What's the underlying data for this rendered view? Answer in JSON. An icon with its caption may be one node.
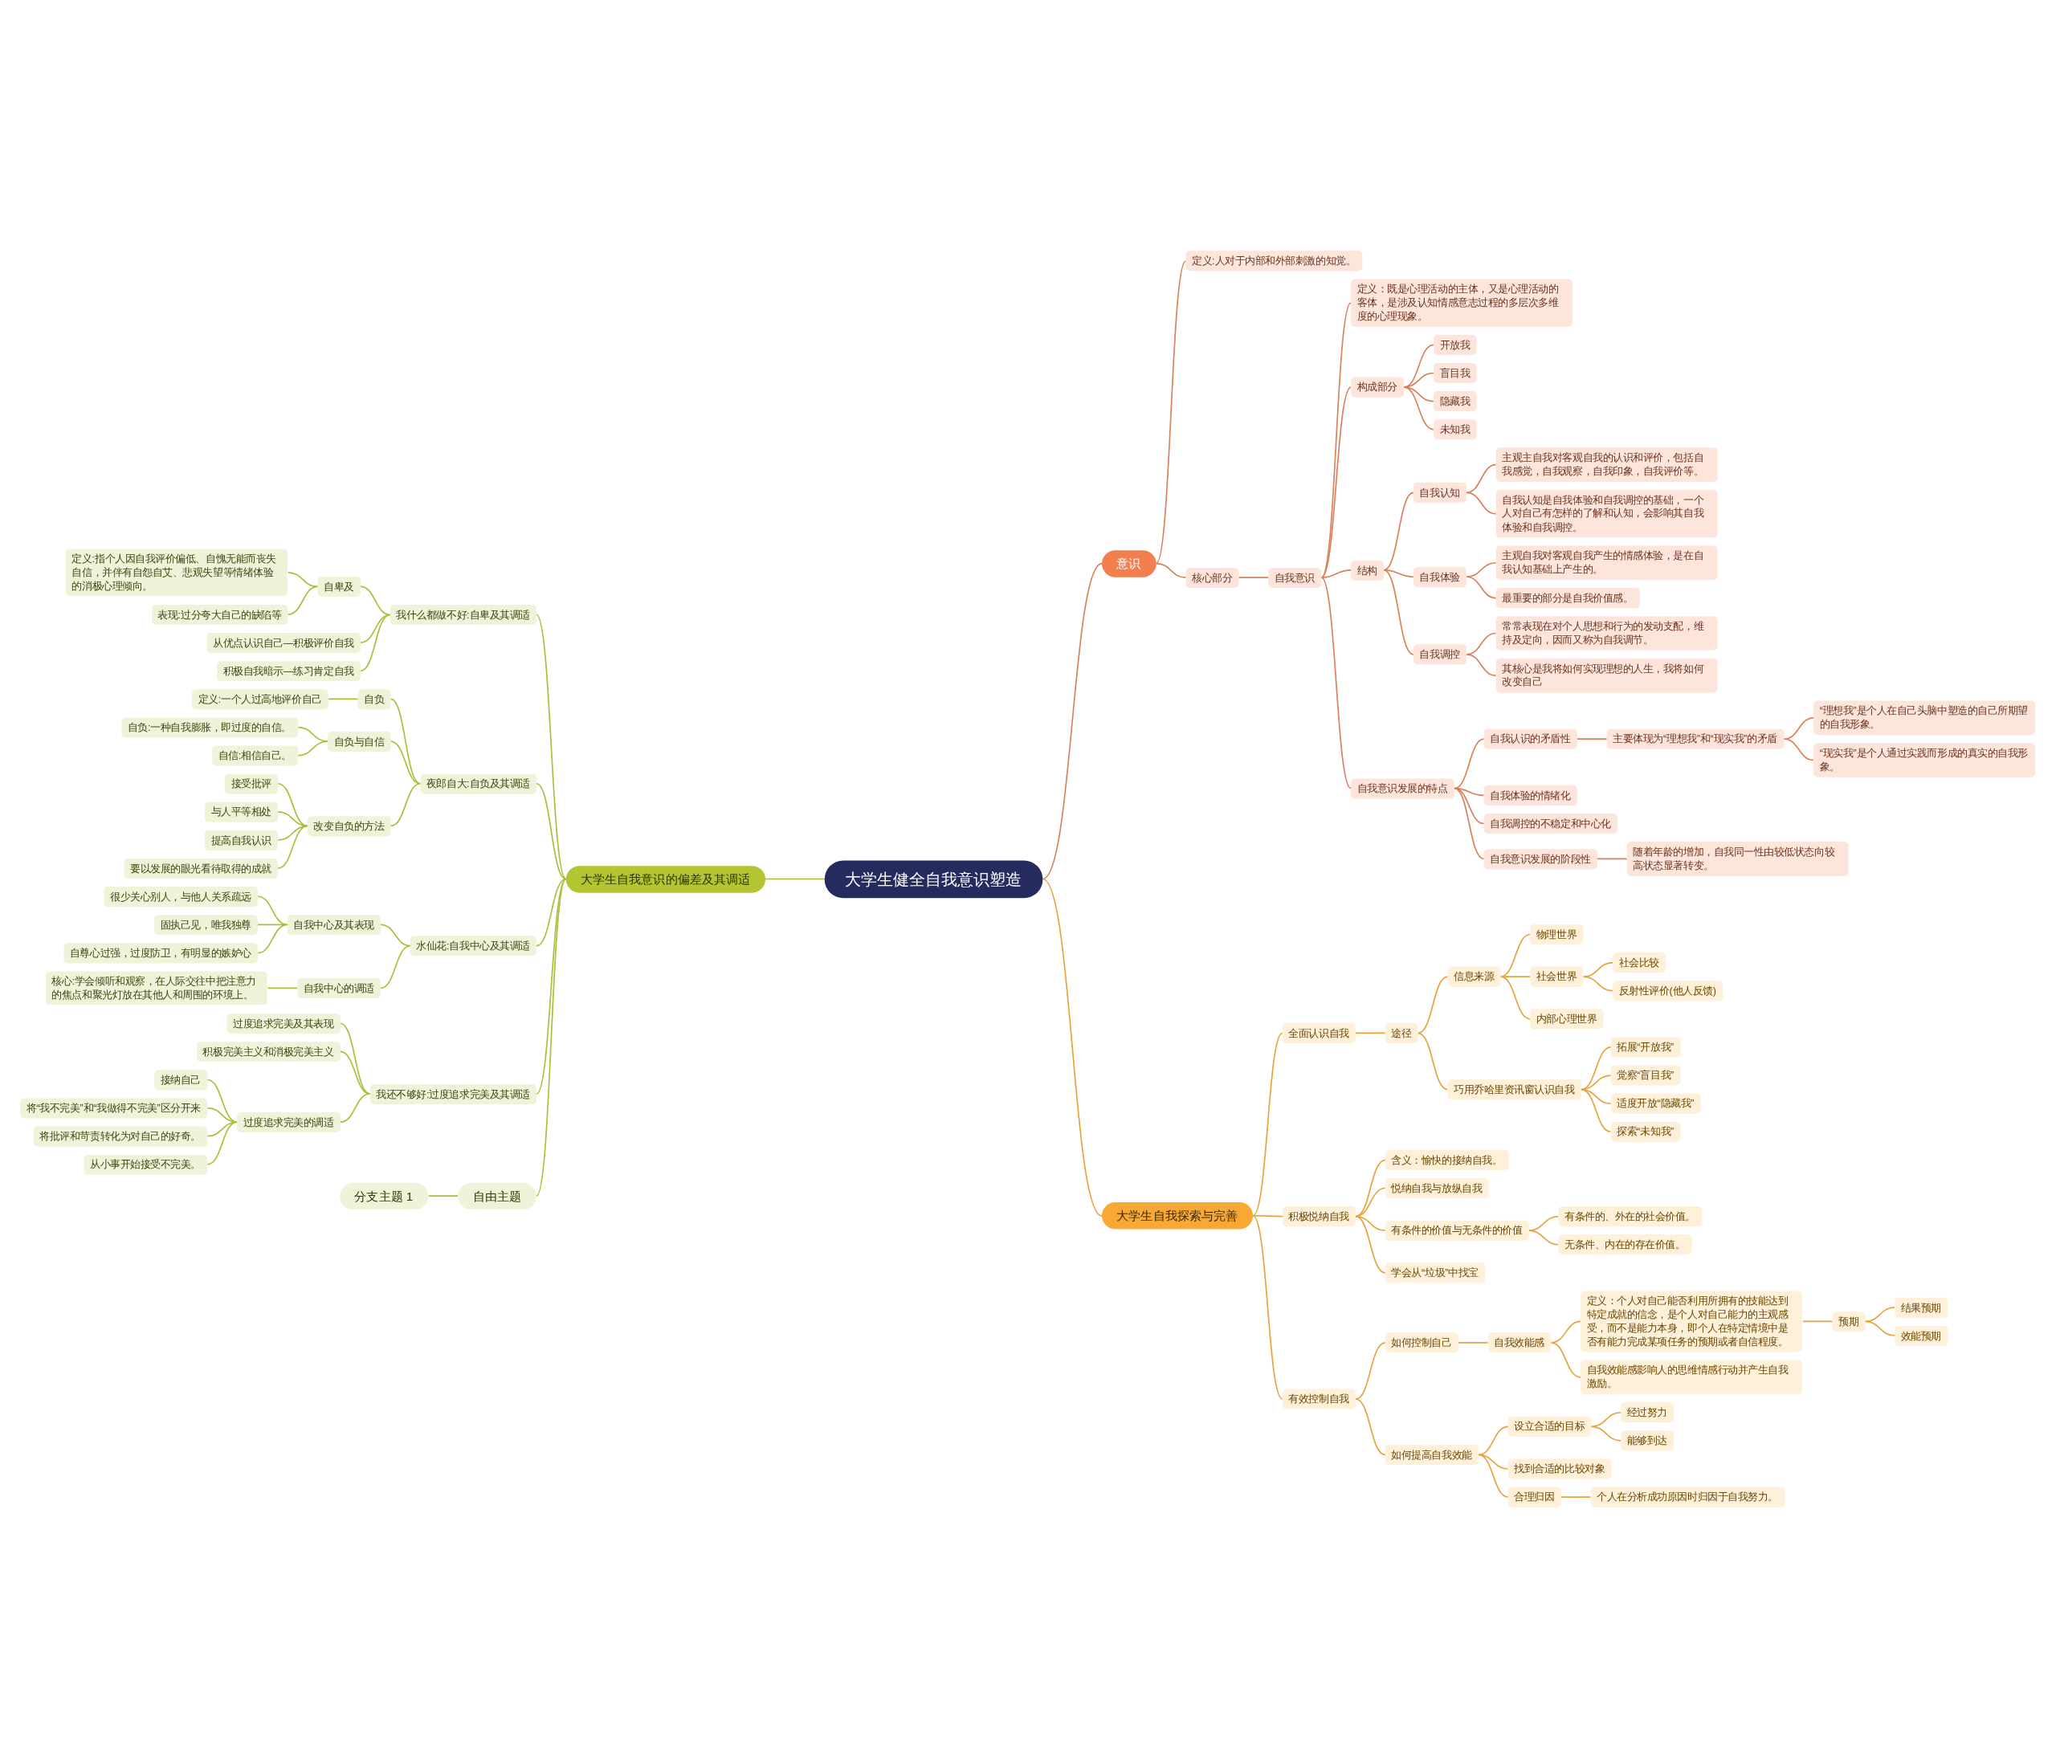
{
  "diagram": {
    "nodes": [
      {
        "text": [
          "大学生健全自我意识塑造"
        ]
      },
      {
        "text": [
          "意识"
        ]
      },
      {
        "text": [
          "定义:人对于内部和外部刺激的知觉。"
        ]
      },
      {
        "text": [
          "核心部分"
        ]
      },
      {
        "text": [
          "自我意识"
        ]
      },
      {
        "text": [
          "定义：既是心理活动的主体，又是心理活动的客体，是涉及认知情感意志过程的多层次多维度的心理现象。"
        ]
      },
      {
        "text": [
          "构成部分"
        ]
      },
      {
        "text": [
          "开放我"
        ]
      },
      {
        "text": [
          "盲目我"
        ]
      },
      {
        "text": [
          "隐藏我"
        ]
      },
      {
        "text": [
          "未知我"
        ]
      },
      {
        "text": [
          "结构"
        ]
      },
      {
        "text": [
          "自我认知"
        ]
      },
      {
        "text": [
          "主观主自我对客观自我的认识和评价，包括自我感觉，自我观察，自我印象，自我评价等。"
        ]
      },
      {
        "text": [
          "自我认知是自我体验和自我调控的基础，一个人对自己有怎样的了解和认知，会影响其自我体验和自我调控。"
        ]
      },
      {
        "text": [
          "自我体验"
        ]
      },
      {
        "text": [
          "主观自我对客观自我产生的情感体验，是在自我认知基础上产生的。"
        ]
      },
      {
        "text": [
          "最重要的部分是自我价值感。"
        ]
      },
      {
        "text": [
          "自我调控"
        ]
      },
      {
        "text": [
          "常常表现在对个人思想和行为的发动支配，维持及定向，因而又称为自我调节。"
        ]
      },
      {
        "text": [
          "其核心是我将如何实现理想的人生，我将如何改变自己"
        ]
      },
      {
        "text": [
          "自我意识发展的特点"
        ]
      },
      {
        "text": [
          "自我认识的矛盾性"
        ]
      },
      {
        "text": [
          "主要体现为“理想我”和“现实我”的矛盾"
        ]
      },
      {
        "text": [
          "“理想我”是个人在自己头脑中塑造的自己所期望的自我形象。"
        ]
      },
      {
        "text": [
          "“现实我”是个人通过实践而形成的真实的自我形象。"
        ]
      },
      {
        "text": [
          "自我体验的情绪化"
        ]
      },
      {
        "text": [
          "自我调控的不稳定和中心化"
        ]
      },
      {
        "text": [
          "自我意识发展的阶段性"
        ]
      },
      {
        "text": [
          "随着年龄的增加，自我同一性由较低状态向较高状态显著转变。"
        ]
      },
      {
        "text": [
          "大学生自我探索与完善"
        ]
      },
      {
        "text": [
          "全面认识自我"
        ]
      },
      {
        "text": [
          "途径"
        ]
      },
      {
        "text": [
          "信息来源"
        ]
      },
      {
        "text": [
          "物理世界"
        ]
      },
      {
        "text": [
          "社会世界"
        ]
      },
      {
        "text": [
          "社会比较"
        ]
      },
      {
        "text": [
          "反射性评价(他人反馈)"
        ]
      },
      {
        "text": [
          "内部心理世界"
        ]
      },
      {
        "text": [
          "巧用乔哈里资讯窗认识自我"
        ]
      },
      {
        "text": [
          "拓展“开放我”"
        ]
      },
      {
        "text": [
          "觉察“盲目我”"
        ]
      },
      {
        "text": [
          "适度开放“隐藏我”"
        ]
      },
      {
        "text": [
          "探索“未知我”"
        ]
      },
      {
        "text": [
          "积极悦纳自我"
        ]
      },
      {
        "text": [
          "含义：愉快的接纳自我。"
        ]
      },
      {
        "text": [
          "悦纳自我与放纵自我"
        ]
      },
      {
        "text": [
          "有条件的价值与无条件的价值"
        ]
      },
      {
        "text": [
          "有条件的、外在的社会价值。"
        ]
      },
      {
        "text": [
          "无条件、内在的存在价值。"
        ]
      },
      {
        "text": [
          "学会从“垃圾”中找宝"
        ]
      },
      {
        "text": [
          "有效控制自我"
        ]
      },
      {
        "text": [
          "如何控制自己"
        ]
      },
      {
        "text": [
          "自我效能感"
        ]
      },
      {
        "text": [
          "定义：个人对自己能否利用所拥有的技能达到特定成就的信念，是个人对自己能力的主观感受，而不是能力本身，即个人在特定情境中是否有能力完成某项任务的预期或者自信程度。"
        ]
      },
      {
        "text": [
          "预期"
        ]
      },
      {
        "text": [
          "结果预期"
        ]
      },
      {
        "text": [
          "效能预期"
        ]
      },
      {
        "text": [
          "自我效能感影响人的思维情感行动并产生自我激励。"
        ]
      },
      {
        "text": [
          "如何提高自我效能"
        ]
      },
      {
        "text": [
          "设立合适的目标"
        ]
      },
      {
        "text": [
          "经过努力"
        ]
      },
      {
        "text": [
          "能够到达"
        ]
      },
      {
        "text": [
          "找到合适的比较对象"
        ]
      },
      {
        "text": [
          "合理归因"
        ]
      },
      {
        "text": [
          "个人在分析成功原因时归因于自我努力。"
        ]
      },
      {
        "text": [
          "大学生自我意识的偏差及其调适"
        ]
      },
      {
        "text": [
          "我什么都做不好:自卑及其调适"
        ]
      },
      {
        "text": [
          "自卑及"
        ]
      },
      {
        "text": [
          "定义:指个人因自我评价偏低、自愧无能而丧失自信，并伴有自怨自艾、悲观失望等情绪体验的消极心理倾向。"
        ]
      },
      {
        "text": [
          "表现:过分夸大自己的缺陷等"
        ]
      },
      {
        "text": [
          "从优点认识自己—积极评价自我"
        ]
      },
      {
        "text": [
          "积极自我暗示—练习肯定自我"
        ]
      },
      {
        "text": [
          "夜郎自大:自负及其调适"
        ]
      },
      {
        "text": [
          "自负"
        ]
      },
      {
        "text": [
          "定义:一个人过高地评价自己"
        ]
      },
      {
        "text": [
          "自负与自信"
        ]
      },
      {
        "text": [
          "自负:一种自我膨胀，即过度的自信。"
        ]
      },
      {
        "text": [
          "自信:相信自己。"
        ]
      },
      {
        "text": [
          "改变自负的方法"
        ]
      },
      {
        "text": [
          "接受批评"
        ]
      },
      {
        "text": [
          "与人平等相处"
        ]
      },
      {
        "text": [
          "提高自我认识"
        ]
      },
      {
        "text": [
          "要以发展的眼光看待取得的成就"
        ]
      },
      {
        "text": [
          "水仙花:自我中心及其调适"
        ]
      },
      {
        "text": [
          "自我中心及其表现"
        ]
      },
      {
        "text": [
          "很少关心别人，与他人关系疏远"
        ]
      },
      {
        "text": [
          "固执己见，唯我独尊"
        ]
      },
      {
        "text": [
          "自尊心过强，过度防卫，有明显的嫉妒心"
        ]
      },
      {
        "text": [
          "自我中心的调适"
        ]
      },
      {
        "text": [
          "核心:学会倾听和观察，在人际交往中把注意力的焦点和聚光灯放在其他人和周围的环境上。"
        ]
      },
      {
        "text": [
          "我还不够好:过度追求完美及其调适"
        ]
      },
      {
        "text": [
          "过度追求完美及其表现"
        ]
      },
      {
        "text": [
          "积极完美主义和消极完美主义"
        ]
      },
      {
        "text": [
          "过度追求完美的调适"
        ]
      },
      {
        "text": [
          "接纳自己"
        ]
      },
      {
        "text": [
          "将“我不完美”和“我做得不完美”区分开来"
        ]
      },
      {
        "text": [
          "将批评和苛责转化为对自己的好奇。"
        ]
      },
      {
        "text": [
          "从小事开始接受不完美。"
        ]
      },
      {
        "text": [
          "自由主题"
        ]
      },
      {
        "text": [
          "分支主题 1"
        ]
      }
    ],
    "edges": [
      {
        "from": 0,
        "to": 1,
        "arrow": "none",
        "color": "#d9805a"
      },
      {
        "from": 1,
        "to": 2,
        "arrow": "none",
        "color": "#d9805a"
      },
      {
        "from": 1,
        "to": 3,
        "arrow": "none",
        "color": "#d9805a"
      },
      {
        "from": 3,
        "to": 4,
        "arrow": "none",
        "color": "#d9805a"
      },
      {
        "from": 4,
        "to": 5,
        "arrow": "none",
        "color": "#d9805a"
      },
      {
        "from": 4,
        "to": 6,
        "arrow": "none",
        "color": "#d9805a"
      },
      {
        "from": 6,
        "to": 7,
        "arrow": "none",
        "color": "#d9805a"
      },
      {
        "from": 6,
        "to": 8,
        "arrow": "none",
        "color": "#d9805a"
      },
      {
        "from": 6,
        "to": 9,
        "arrow": "none",
        "color": "#d9805a"
      },
      {
        "from": 6,
        "to": 10,
        "arrow": "none",
        "color": "#d9805a"
      },
      {
        "from": 4,
        "to": 11,
        "arrow": "none",
        "color": "#d9805a"
      },
      {
        "from": 11,
        "to": 12,
        "arrow": "none",
        "color": "#d9805a"
      },
      {
        "from": 12,
        "to": 13,
        "arrow": "none",
        "color": "#d9805a"
      },
      {
        "from": 12,
        "to": 14,
        "arrow": "none",
        "color": "#d9805a"
      },
      {
        "from": 11,
        "to": 15,
        "arrow": "none",
        "color": "#d9805a"
      },
      {
        "from": 15,
        "to": 16,
        "arrow": "none",
        "color": "#d9805a"
      },
      {
        "from": 15,
        "to": 17,
        "arrow": "none",
        "color": "#d9805a"
      },
      {
        "from": 11,
        "to": 18,
        "arrow": "none",
        "color": "#d9805a"
      },
      {
        "from": 18,
        "to": 19,
        "arrow": "none",
        "color": "#d9805a"
      },
      {
        "from": 18,
        "to": 20,
        "arrow": "none",
        "color": "#d9805a"
      },
      {
        "from": 4,
        "to": 21,
        "arrow": "none",
        "color": "#d9805a"
      },
      {
        "from": 21,
        "to": 22,
        "arrow": "none",
        "color": "#d9805a"
      },
      {
        "from": 22,
        "to": 23,
        "arrow": "none",
        "color": "#d9805a"
      },
      {
        "from": 23,
        "to": 24,
        "arrow": "none",
        "color": "#d9805a"
      },
      {
        "from": 23,
        "to": 25,
        "arrow": "none",
        "color": "#d9805a"
      },
      {
        "from": 21,
        "to": 26,
        "arrow": "none",
        "color": "#d9805a"
      },
      {
        "from": 21,
        "to": 27,
        "arrow": "none",
        "color": "#d9805a"
      },
      {
        "from": 21,
        "to": 28,
        "arrow": "none",
        "color": "#d9805a"
      },
      {
        "from": 28,
        "to": 29,
        "arrow": "none",
        "color": "#d9805a"
      },
      {
        "from": 0,
        "to": 30,
        "arrow": "none",
        "color": "#e9a23b"
      },
      {
        "from": 30,
        "to": 31,
        "arrow": "none",
        "color": "#e9a23b"
      },
      {
        "from": 31,
        "to": 32,
        "arrow": "none",
        "color": "#e9a23b"
      },
      {
        "from": 32,
        "to": 33,
        "arrow": "none",
        "color": "#e9a23b"
      },
      {
        "from": 33,
        "to": 34,
        "arrow": "none",
        "color": "#e9a23b"
      },
      {
        "from": 33,
        "to": 35,
        "arrow": "none",
        "color": "#e9a23b"
      },
      {
        "from": 35,
        "to": 36,
        "arrow": "none",
        "color": "#e9a23b"
      },
      {
        "from": 35,
        "to": 37,
        "arrow": "none",
        "color": "#e9a23b"
      },
      {
        "from": 33,
        "to": 38,
        "arrow": "none",
        "color": "#e9a23b"
      },
      {
        "from": 32,
        "to": 39,
        "arrow": "none",
        "color": "#e9a23b"
      },
      {
        "from": 39,
        "to": 40,
        "arrow": "none",
        "color": "#e9a23b"
      },
      {
        "from": 39,
        "to": 41,
        "arrow": "none",
        "color": "#e9a23b"
      },
      {
        "from": 39,
        "to": 42,
        "arrow": "none",
        "color": "#e9a23b"
      },
      {
        "from": 39,
        "to": 43,
        "arrow": "none",
        "color": "#e9a23b"
      },
      {
        "from": 30,
        "to": 44,
        "arrow": "none",
        "color": "#e9a23b"
      },
      {
        "from": 44,
        "to": 45,
        "arrow": "none",
        "color": "#e9a23b"
      },
      {
        "from": 44,
        "to": 46,
        "arrow": "none",
        "color": "#e9a23b"
      },
      {
        "from": 44,
        "to": 47,
        "arrow": "none",
        "color": "#e9a23b"
      },
      {
        "from": 47,
        "to": 48,
        "arrow": "none",
        "color": "#e9a23b"
      },
      {
        "from": 47,
        "to": 49,
        "arrow": "none",
        "color": "#e9a23b"
      },
      {
        "from": 44,
        "to": 50,
        "arrow": "none",
        "color": "#e9a23b"
      },
      {
        "from": 30,
        "to": 51,
        "arrow": "none",
        "color": "#e9a23b"
      },
      {
        "from": 51,
        "to": 52,
        "arrow": "none",
        "color": "#e9a23b"
      },
      {
        "from": 52,
        "to": 53,
        "arrow": "none",
        "color": "#e9a23b"
      },
      {
        "from": 53,
        "to": 54,
        "arrow": "none",
        "color": "#e9a23b"
      },
      {
        "from": 54,
        "to": 55,
        "arrow": "none",
        "color": "#e9a23b"
      },
      {
        "from": 55,
        "to": 56,
        "arrow": "none",
        "color": "#e9a23b"
      },
      {
        "from": 55,
        "to": 57,
        "arrow": "none",
        "color": "#e9a23b"
      },
      {
        "from": 53,
        "to": 58,
        "arrow": "none",
        "color": "#e9a23b"
      },
      {
        "from": 51,
        "to": 59,
        "arrow": "none",
        "color": "#e9a23b"
      },
      {
        "from": 59,
        "to": 60,
        "arrow": "none",
        "color": "#e9a23b"
      },
      {
        "from": 60,
        "to": 61,
        "arrow": "none",
        "color": "#e9a23b"
      },
      {
        "from": 60,
        "to": 62,
        "arrow": "none",
        "color": "#e9a23b"
      },
      {
        "from": 59,
        "to": 63,
        "arrow": "none",
        "color": "#e9a23b"
      },
      {
        "from": 59,
        "to": 64,
        "arrow": "none",
        "color": "#e9a23b"
      },
      {
        "from": 64,
        "to": 65,
        "arrow": "none",
        "color": "#e9a23b"
      },
      {
        "from": 0,
        "to": 66,
        "arrow": "none",
        "color": "#a9bf38"
      },
      {
        "from": 66,
        "to": 67,
        "arrow": "none",
        "color": "#a9bf38"
      },
      {
        "from": 67,
        "to": 68,
        "arrow": "none",
        "color": "#a9bf38"
      },
      {
        "from": 68,
        "to": 69,
        "arrow": "none",
        "color": "#a9bf38"
      },
      {
        "from": 68,
        "to": 70,
        "arrow": "none",
        "color": "#a9bf38"
      },
      {
        "from": 67,
        "to": 71,
        "arrow": "none",
        "color": "#a9bf38"
      },
      {
        "from": 67,
        "to": 72,
        "arrow": "none",
        "color": "#a9bf38"
      },
      {
        "from": 66,
        "to": 73,
        "arrow": "none",
        "color": "#a9bf38"
      },
      {
        "from": 73,
        "to": 74,
        "arrow": "none",
        "color": "#a9bf38"
      },
      {
        "from": 74,
        "to": 75,
        "arrow": "none",
        "color": "#a9bf38"
      },
      {
        "from": 73,
        "to": 76,
        "arrow": "none",
        "color": "#a9bf38"
      },
      {
        "from": 76,
        "to": 77,
        "arrow": "none",
        "color": "#a9bf38"
      },
      {
        "from": 76,
        "to": 78,
        "arrow": "none",
        "color": "#a9bf38"
      },
      {
        "from": 73,
        "to": 79,
        "arrow": "none",
        "color": "#a9bf38"
      },
      {
        "from": 79,
        "to": 80,
        "arrow": "none",
        "color": "#a9bf38"
      },
      {
        "from": 79,
        "to": 81,
        "arrow": "none",
        "color": "#a9bf38"
      },
      {
        "from": 79,
        "to": 82,
        "arrow": "none",
        "color": "#a9bf38"
      },
      {
        "from": 79,
        "to": 83,
        "arrow": "none",
        "color": "#a9bf38"
      },
      {
        "from": 66,
        "to": 84,
        "arrow": "none",
        "color": "#a9bf38"
      },
      {
        "from": 84,
        "to": 85,
        "arrow": "none",
        "color": "#a9bf38"
      },
      {
        "from": 85,
        "to": 86,
        "arrow": "none",
        "color": "#a9bf38"
      },
      {
        "from": 85,
        "to": 87,
        "arrow": "none",
        "color": "#a9bf38"
      },
      {
        "from": 85,
        "to": 88,
        "arrow": "none",
        "color": "#a9bf38"
      },
      {
        "from": 84,
        "to": 89,
        "arrow": "none",
        "color": "#a9bf38"
      },
      {
        "from": 89,
        "to": 90,
        "arrow": "none",
        "color": "#a9bf38"
      },
      {
        "from": 66,
        "to": 91,
        "arrow": "none",
        "color": "#a9bf38"
      },
      {
        "from": 91,
        "to": 92,
        "arrow": "none",
        "color": "#a9bf38"
      },
      {
        "from": 91,
        "to": 93,
        "arrow": "none",
        "color": "#a9bf38"
      },
      {
        "from": 91,
        "to": 94,
        "arrow": "none",
        "color": "#a9bf38"
      },
      {
        "from": 94,
        "to": 95,
        "arrow": "none",
        "color": "#a9bf38"
      },
      {
        "from": 94,
        "to": 96,
        "arrow": "none",
        "color": "#a9bf38"
      },
      {
        "from": 94,
        "to": 97,
        "arrow": "none",
        "color": "#a9bf38"
      },
      {
        "from": 94,
        "to": 98,
        "arrow": "none",
        "color": "#a9bf38"
      },
      {
        "from": 66,
        "to": 99,
        "arrow": "none",
        "color": "#a9bf38"
      },
      {
        "from": 99,
        "to": 100,
        "arrow": "none",
        "color": "#a9bf38"
      }
    ]
  }
}
